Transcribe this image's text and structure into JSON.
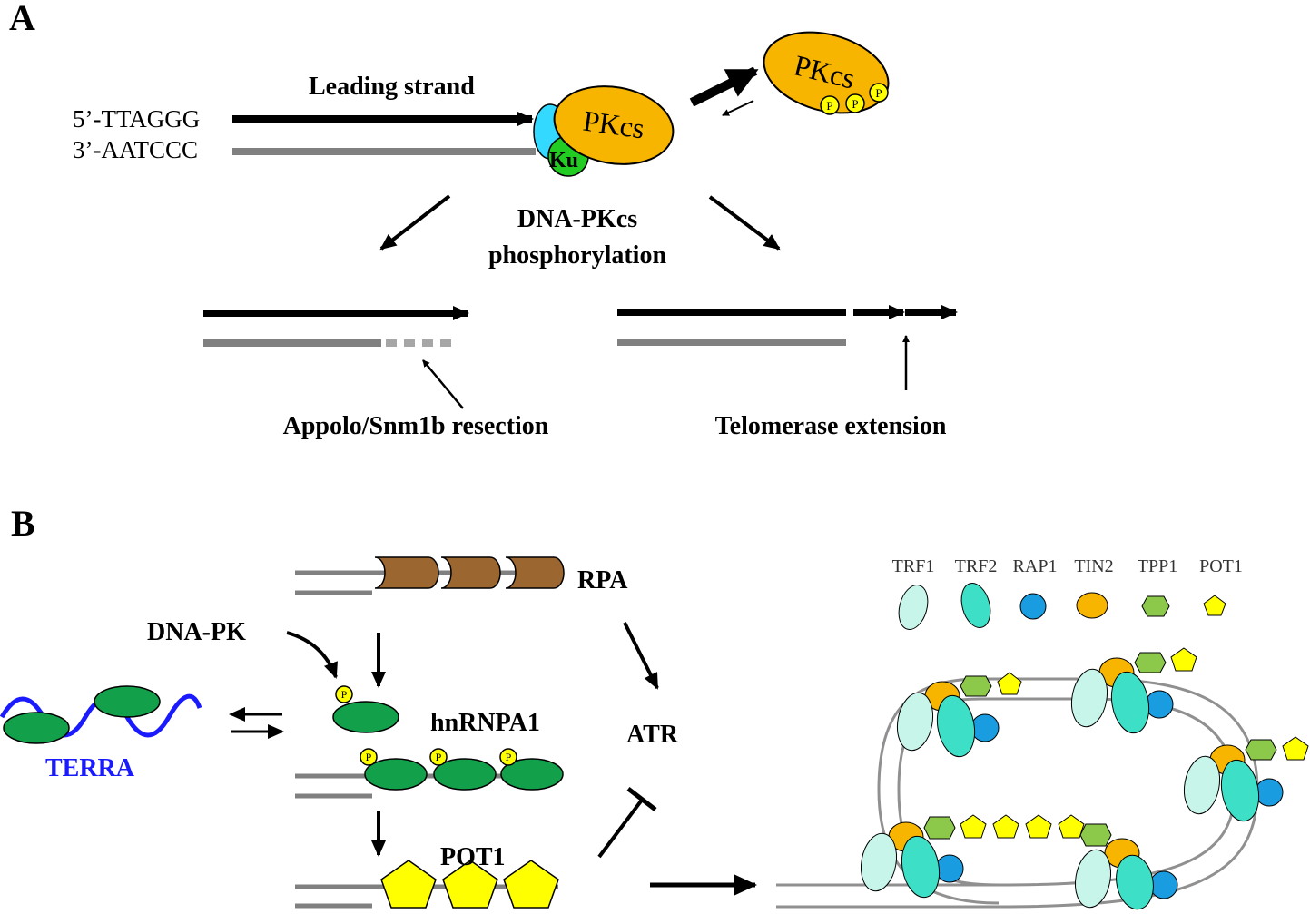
{
  "panel_a": {
    "letter": "A",
    "seq_top": "5’-TTAGGG",
    "seq_bottom": "3’-AATCCC",
    "leading_strand": "Leading strand",
    "pkcs_bound": "PKcs",
    "ku": "Ku",
    "pkcs_free": "PKcs",
    "phospho_mark": "P",
    "center_line1": "DNA-PKcs",
    "center_line2": "phosphorylation",
    "left_caption": "Appolo/Snm1b resection",
    "right_caption": "Telomerase  extension"
  },
  "panel_b": {
    "letter": "B",
    "rpa": "RPA",
    "dnapk": "DNA-PK",
    "hnrnpa1": "hnRNPA1",
    "terra": "TERRA",
    "atr": "ATR",
    "pot1": "POT1",
    "phospho_mark": "P",
    "legend": [
      "TRF1",
      "TRF2",
      "RAP1",
      "TIN2",
      "TPP1",
      "POT1"
    ]
  },
  "colors": {
    "pkcs": "#f7b500",
    "ku_cyan": "#33d9ff",
    "ku_green": "#22cc22",
    "phospho": "#ffff00",
    "rpa": "#9c6630",
    "hnrnpa1": "#13a04a",
    "pot1": "#ffff00",
    "terra": "#1a1aff",
    "trf1": "#c8f5ea",
    "trf2": "#3de0c6",
    "rap1": "#1a9de0",
    "tin2": "#f7b500",
    "tpp1": "#8cc84a",
    "strand_black": "#000000",
    "strand_gray": "#808080"
  }
}
